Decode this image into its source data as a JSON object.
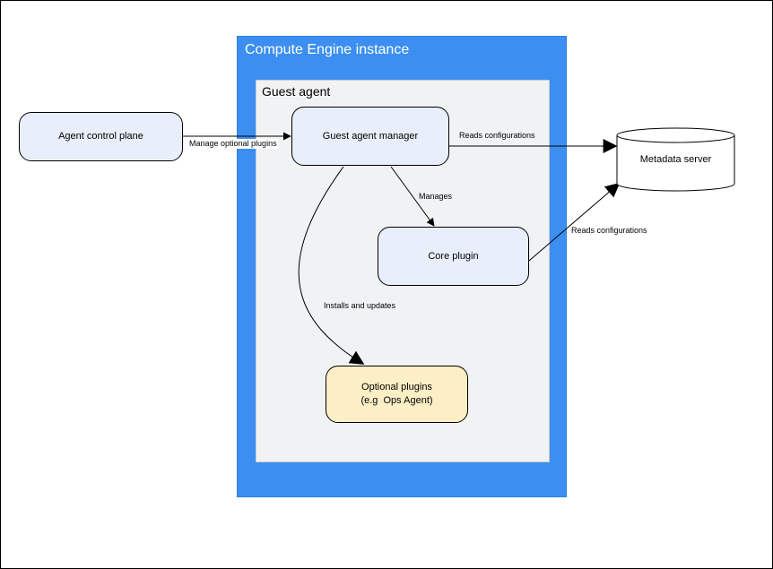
{
  "containers": {
    "compute_instance": "Compute Engine instance",
    "guest_agent": "Guest agent"
  },
  "nodes": {
    "agent_control_plane": "Agent control plane",
    "guest_agent_manager": "Guest agent manager",
    "core_plugin": "Core plugin",
    "optional_plugins_line1": "Optional plugins",
    "optional_plugins_line2": "(e.g  Ops Agent)",
    "metadata_server": "Metadata server"
  },
  "edges": {
    "manage_optional_plugins": "Manage optional plugins",
    "reads_configurations_manager": "Reads configurations",
    "manages": "Manages",
    "installs_and_updates": "Installs and updates",
    "reads_configurations_core": "Reads configurations"
  },
  "colors": {
    "compute_instance_fill": "#3c8ff0",
    "guest_agent_fill": "#f1f2f4",
    "node_fill": "#e8effb",
    "optional_fill": "#fcefc6"
  }
}
